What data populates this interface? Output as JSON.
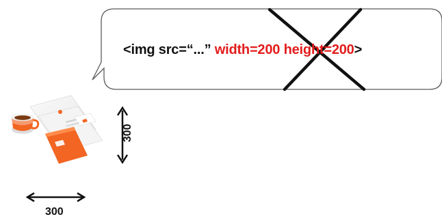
{
  "bubble": {
    "code_parts": {
      "tag_open": "<img src=“...” ",
      "width_attr": "width=200",
      "space": " ",
      "height_attr": "height=200",
      "tag_close": ">"
    },
    "crossed_out": true
  },
  "image_thumbnail": {
    "subject": "stationery-mockup-with-mug",
    "accent_color": "#f26522"
  },
  "dimensions": {
    "height_label": "300",
    "width_label": "300"
  },
  "colors": {
    "attribute_red": "#e31c1c",
    "text": "#111111",
    "outline": "#222222",
    "brand_orange": "#f26522"
  }
}
